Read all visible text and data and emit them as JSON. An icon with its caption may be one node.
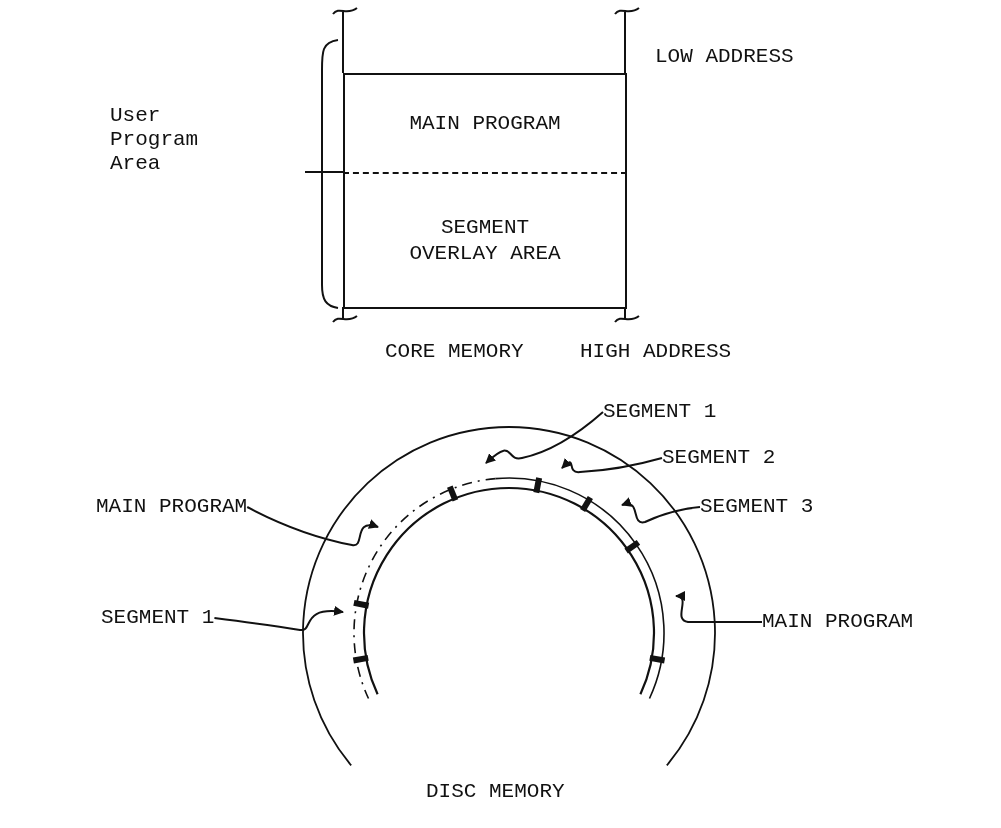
{
  "diagram": {
    "nodes": [
      {
        "text": [
          "MAIN PROGRAM"
        ]
      },
      {
        "text": [
          "SEGMENT OVERLAY AREA"
        ]
      },
      {
        "text": [
          "SEGMENT 1"
        ]
      },
      {
        "text": [
          "SEGMENT 2"
        ]
      },
      {
        "text": [
          "MAIN PROGRAM"
        ]
      },
      {
        "text": [
          "SEGMENT 3"
        ]
      },
      {
        "text": [
          "SEGMENT 1"
        ]
      },
      {
        "text": [
          "MAIN PROGRAM"
        ]
      }
    ],
    "edges": [
      {
        "from": 2,
        "to": null,
        "arrow": "to"
      },
      {
        "from": 3,
        "to": null,
        "arrow": "to"
      },
      {
        "from": 4,
        "to": null,
        "arrow": "to"
      },
      {
        "from": 5,
        "to": null,
        "arrow": "to"
      },
      {
        "from": 6,
        "to": null,
        "arrow": "to"
      },
      {
        "from": 7,
        "to": null,
        "arrow": "to"
      }
    ],
    "labels": [
      "LOW ADDRESS",
      "User Program Area",
      "CORE MEMORY",
      "HIGH ADDRESS",
      "DISC MEMORY"
    ]
  }
}
